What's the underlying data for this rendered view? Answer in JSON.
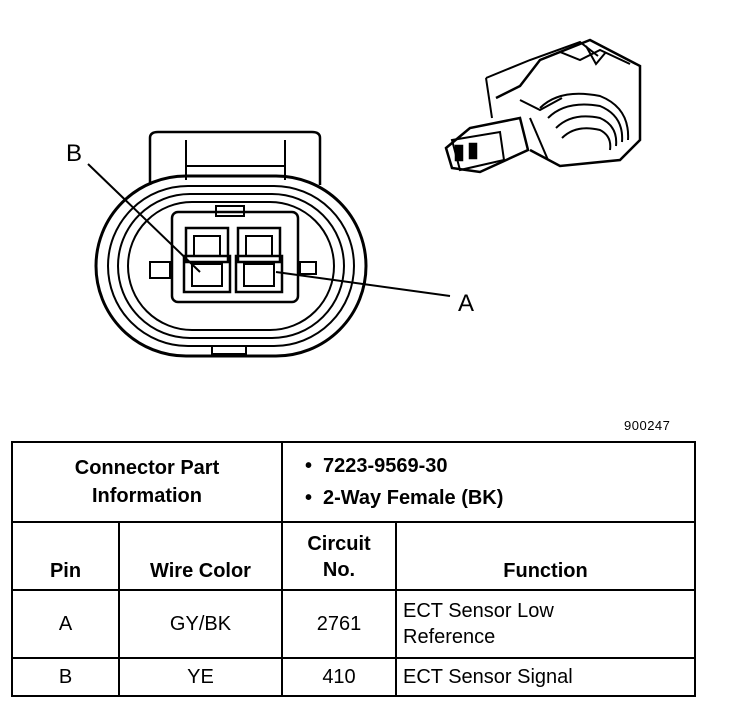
{
  "diagram": {
    "label_b": "B",
    "label_a": "A",
    "figure_id": "900247"
  },
  "table": {
    "connector_header": "Connector Part Information",
    "part_info": [
      "7223-9569-30",
      "2-Way Female (BK)"
    ],
    "columns": {
      "pin": "Pin",
      "wire_color": "Wire Color",
      "circuit": "Circuit No.",
      "function": "Function"
    },
    "rows": [
      {
        "pin": "A",
        "wire_color": "GY/BK",
        "circuit": "2761",
        "function": "ECT Sensor Low Reference"
      },
      {
        "pin": "B",
        "wire_color": "YE",
        "circuit": "410",
        "function": "ECT Sensor Signal"
      }
    ]
  }
}
